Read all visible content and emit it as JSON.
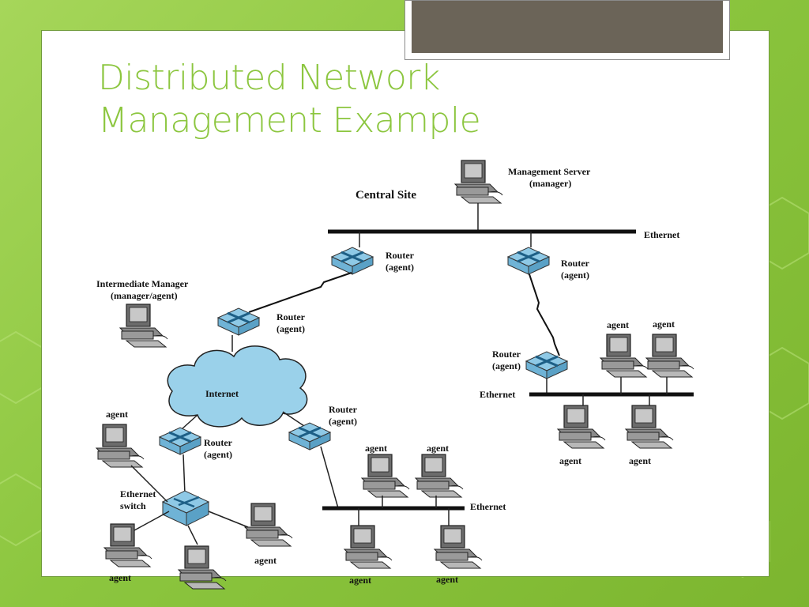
{
  "title": {
    "line1": "Distributed Network",
    "line2": "Management Example"
  },
  "diagram": {
    "central_site": "Central Site",
    "mgmt_server_line1": "Management Server",
    "mgmt_server_line2": "(manager)",
    "intermediate_line1": "Intermediate Manager",
    "intermediate_line2": "(manager/agent)",
    "internet": "Internet",
    "router": "Router",
    "agent_paren": "(agent)",
    "agent": "agent",
    "ethernet": "Ethernet",
    "ethernet_switch_line1": "Ethernet",
    "ethernet_switch_line2": "switch"
  }
}
